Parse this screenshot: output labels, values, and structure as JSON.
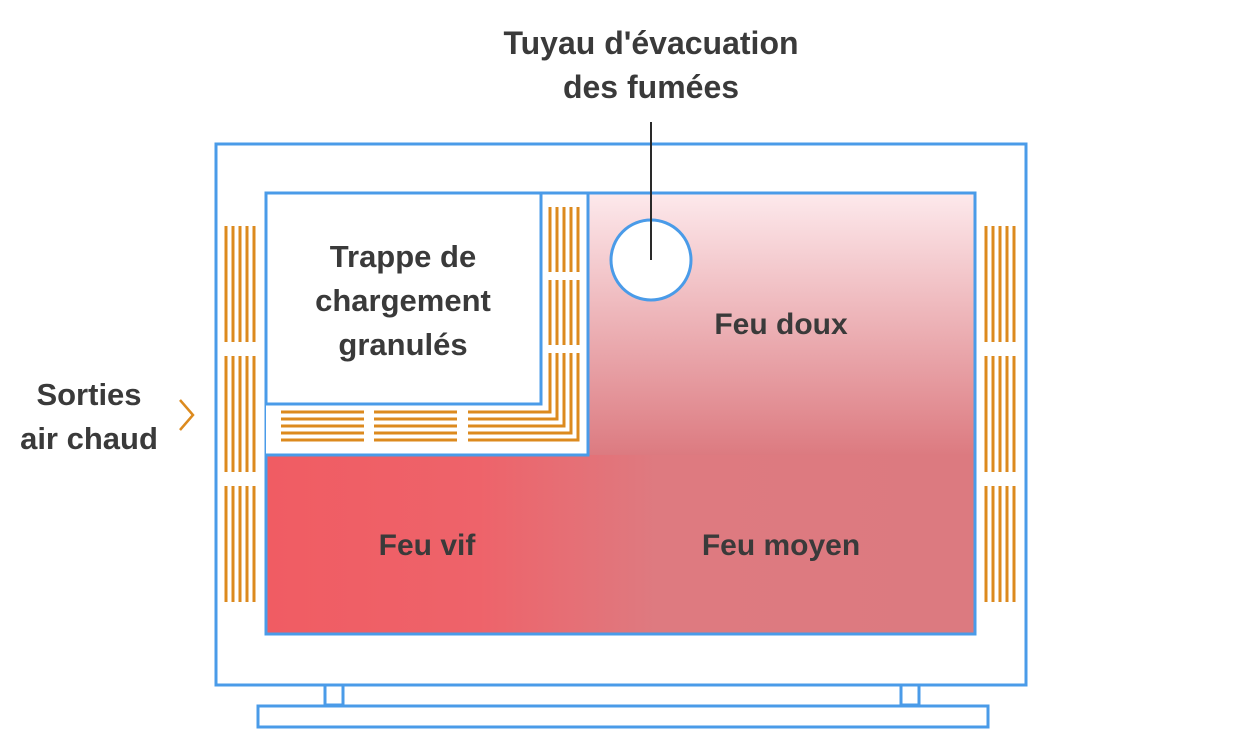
{
  "labels": {
    "flue_pipe_line1": "Tuyau d'évacuation",
    "flue_pipe_line2": "des fumées",
    "hopper_line1": "Trappe de",
    "hopper_line2": "chargement",
    "hopper_line3": "granulés",
    "gentle_fire": "Feu doux",
    "strong_fire": "Feu vif",
    "medium_fire": "Feu moyen",
    "hot_air_line1": "Sorties",
    "hot_air_line2": "air chaud"
  },
  "colors": {
    "outline": "#4a9be8",
    "vent": "#dc8a1e",
    "text": "#3a3a3a",
    "fire_hot": "#ef5b64",
    "fire_medium": "#dc7a80",
    "fire_light": "#fde9ec"
  }
}
